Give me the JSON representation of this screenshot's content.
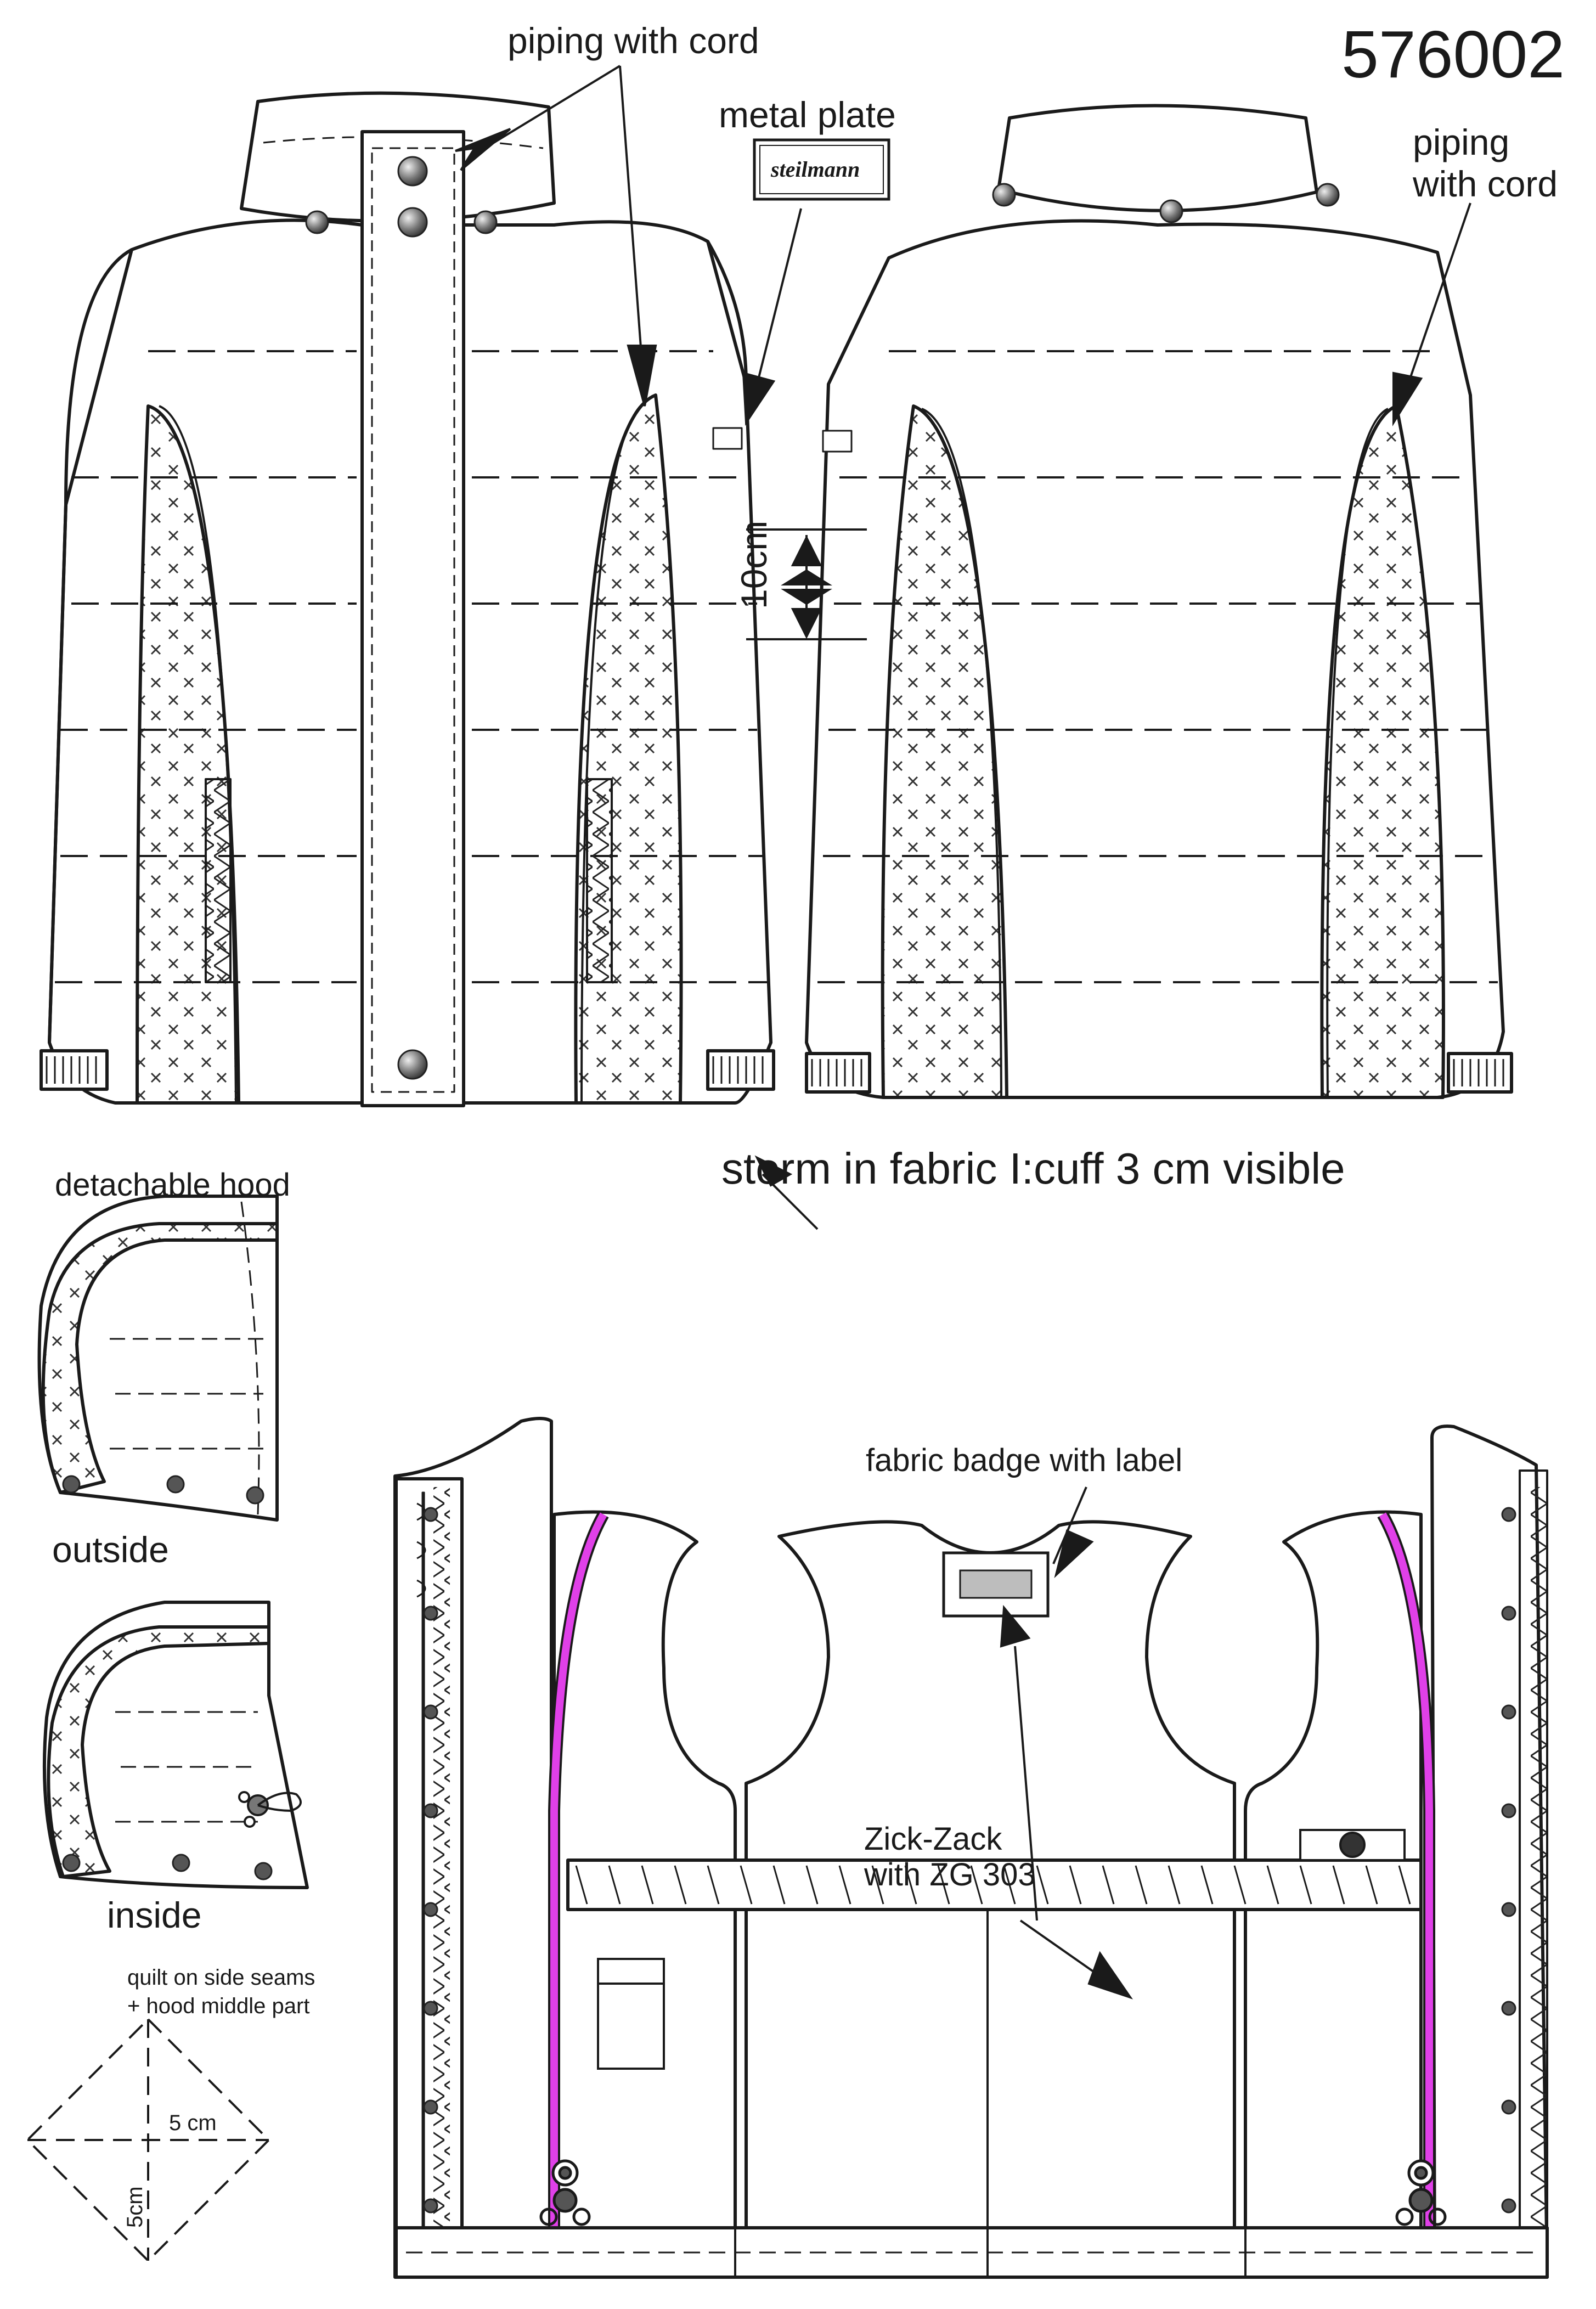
{
  "style_number": "576002",
  "labels": {
    "piping_front": "piping with cord",
    "metal_plate": "metal plate",
    "plate_brand": "steilmann",
    "piping_back": "piping\nwith cord",
    "measure_10cm": "10cm",
    "storm": "storm in fabric I:cuff 3 cm visible",
    "hood_title": "detachable hood",
    "hood_outside": "outside",
    "hood_inside": "inside",
    "quilt_note": "quilt on side seams\n+ hood middle part",
    "quilt_5cm_h": "5 cm",
    "quilt_5cm_v": "5cm",
    "fabric_badge": "fabric badge with label",
    "zick_zack": "Zick-Zack\nwith ZG 303"
  },
  "colors": {
    "line": "#1a1a1a",
    "piping_accent": "#e040e8",
    "snap": "#555555",
    "badge_fill": "#bdbdbd"
  },
  "icons": [
    "snap-button-icon",
    "metal-plate-icon",
    "arrow-icon",
    "toggle-cord-icon",
    "badge-icon",
    "zipper-pocket-icon"
  ]
}
